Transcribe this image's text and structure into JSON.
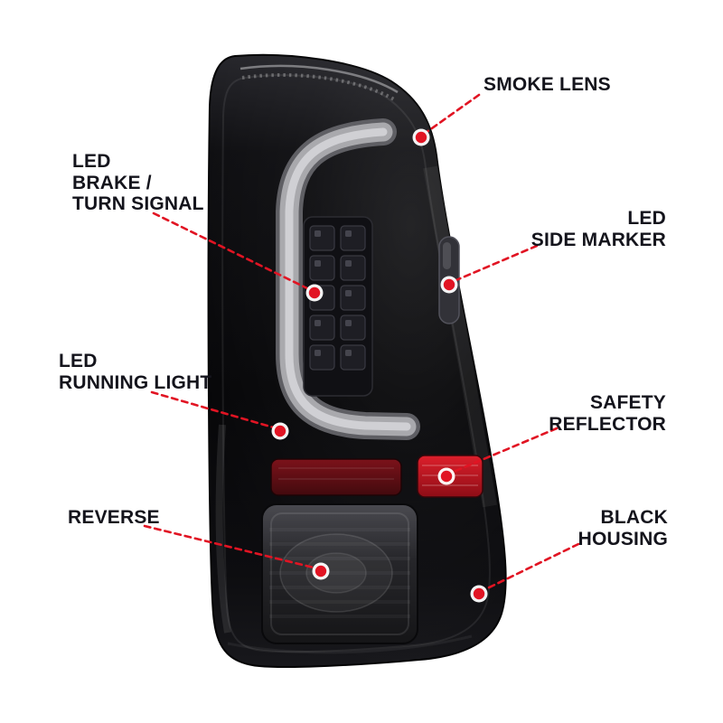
{
  "page": {
    "background": "#ffffff",
    "kind": "product-callout-diagram"
  },
  "colors": {
    "callout_line": "#e11423",
    "callout_dot": "#e11423",
    "dot_ring": "#ffffff",
    "label_text": "#14141c",
    "housing_black": "#0b0b0e",
    "led_tube_gray": "#b6b6ba",
    "reflector_red": "#c8141f"
  },
  "callouts": [
    {
      "id": "smoke-lens",
      "lines": [
        "SMOKE LENS"
      ]
    },
    {
      "id": "led-brake-turn-signal",
      "lines": [
        "LED",
        "BRAKE /",
        "TURN SIGNAL"
      ]
    },
    {
      "id": "led-side-marker",
      "lines": [
        "LED",
        "SIDE MARKER"
      ]
    },
    {
      "id": "led-running-light",
      "lines": [
        "LED",
        "RUNNING LIGHT"
      ]
    },
    {
      "id": "safety-reflector",
      "lines": [
        "SAFETY",
        "REFLECTOR"
      ]
    },
    {
      "id": "reverse",
      "lines": [
        "REVERSE"
      ]
    },
    {
      "id": "black-housing",
      "lines": [
        "BLACK",
        "HOUSING"
      ]
    }
  ]
}
